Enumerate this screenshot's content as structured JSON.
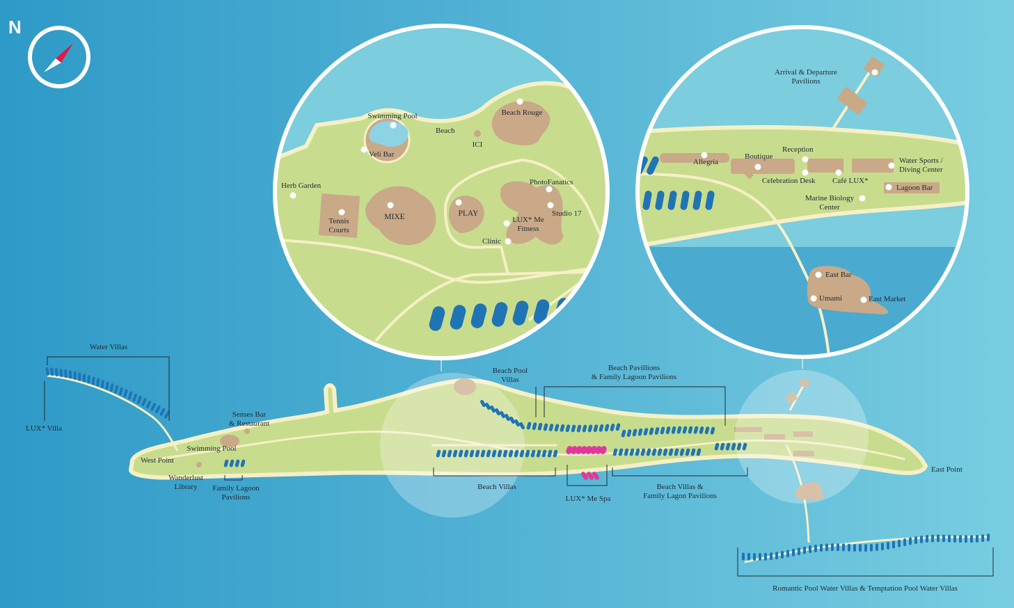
{
  "compass": {
    "north_label": "N",
    "icon": "compass-icon"
  },
  "colors": {
    "sea": "#4aaad0",
    "land": "#c8dc8e",
    "path": "#f6f0c6",
    "building": "#c9a987",
    "villa": "#1f74b6",
    "spa": "#e0389a",
    "ring": "#ffffff"
  },
  "main_island": {
    "water_villas": "Water Villas",
    "lux_villa": "LUX* Villa",
    "senses_bar": "Senses Bar\n& Restaurant",
    "swimming_pool": "Swimming Pool",
    "west_point": "West Point",
    "wanderlust_library": "Wanderlust\nLibrary",
    "family_lagoon_pavilions": "Family Lagoon\nPavilions",
    "beach_pool_villas": "Beach Pool\nVillas",
    "beach_pavillions": "Beach Pavillions\n& Family Lagoon Pavilions",
    "beach_villas": "Beach Villas",
    "lux_me_spa": "LUX* Me Spa",
    "beach_villas_family": "Beach Villas &\nFamily Lagon Pavilions",
    "east_point": "East Point",
    "romantic_pool": "Romantic Pool Water Villas & Temptation Pool Water Villas"
  },
  "zoom_left": {
    "swimming_pool": "Swimming Pool",
    "veli_bar": "Veli Bar",
    "beach": "Beach",
    "ici": "ICI",
    "beach_rouge": "Beach Rouge",
    "herb_garden": "Herb Garden",
    "tennis_courts": "Tennis\nCourts",
    "mixe": "MIXE",
    "play": "PLAY",
    "photofanatics": "PhotoFanatics",
    "studio17": "Studio 17",
    "lux_me_fitness": "LUX* Me\nFitness",
    "clinic": "Clinic"
  },
  "zoom_right": {
    "arrival": "Arrival & Departure\nPavilions",
    "allegria": "Allegria",
    "boutique": "Boutique",
    "reception": "Reception",
    "celebration_desk": "Celebration Desk",
    "cafe_lux": "Café LUX*",
    "water_sports": "Water Sports /\nDiving Center",
    "lagoon_bar": "Lagoon Bar",
    "marine_biology": "Marine Biology\nCenter",
    "east_bar": "East Bar",
    "umami": "Umami",
    "east_market": "East Market"
  }
}
